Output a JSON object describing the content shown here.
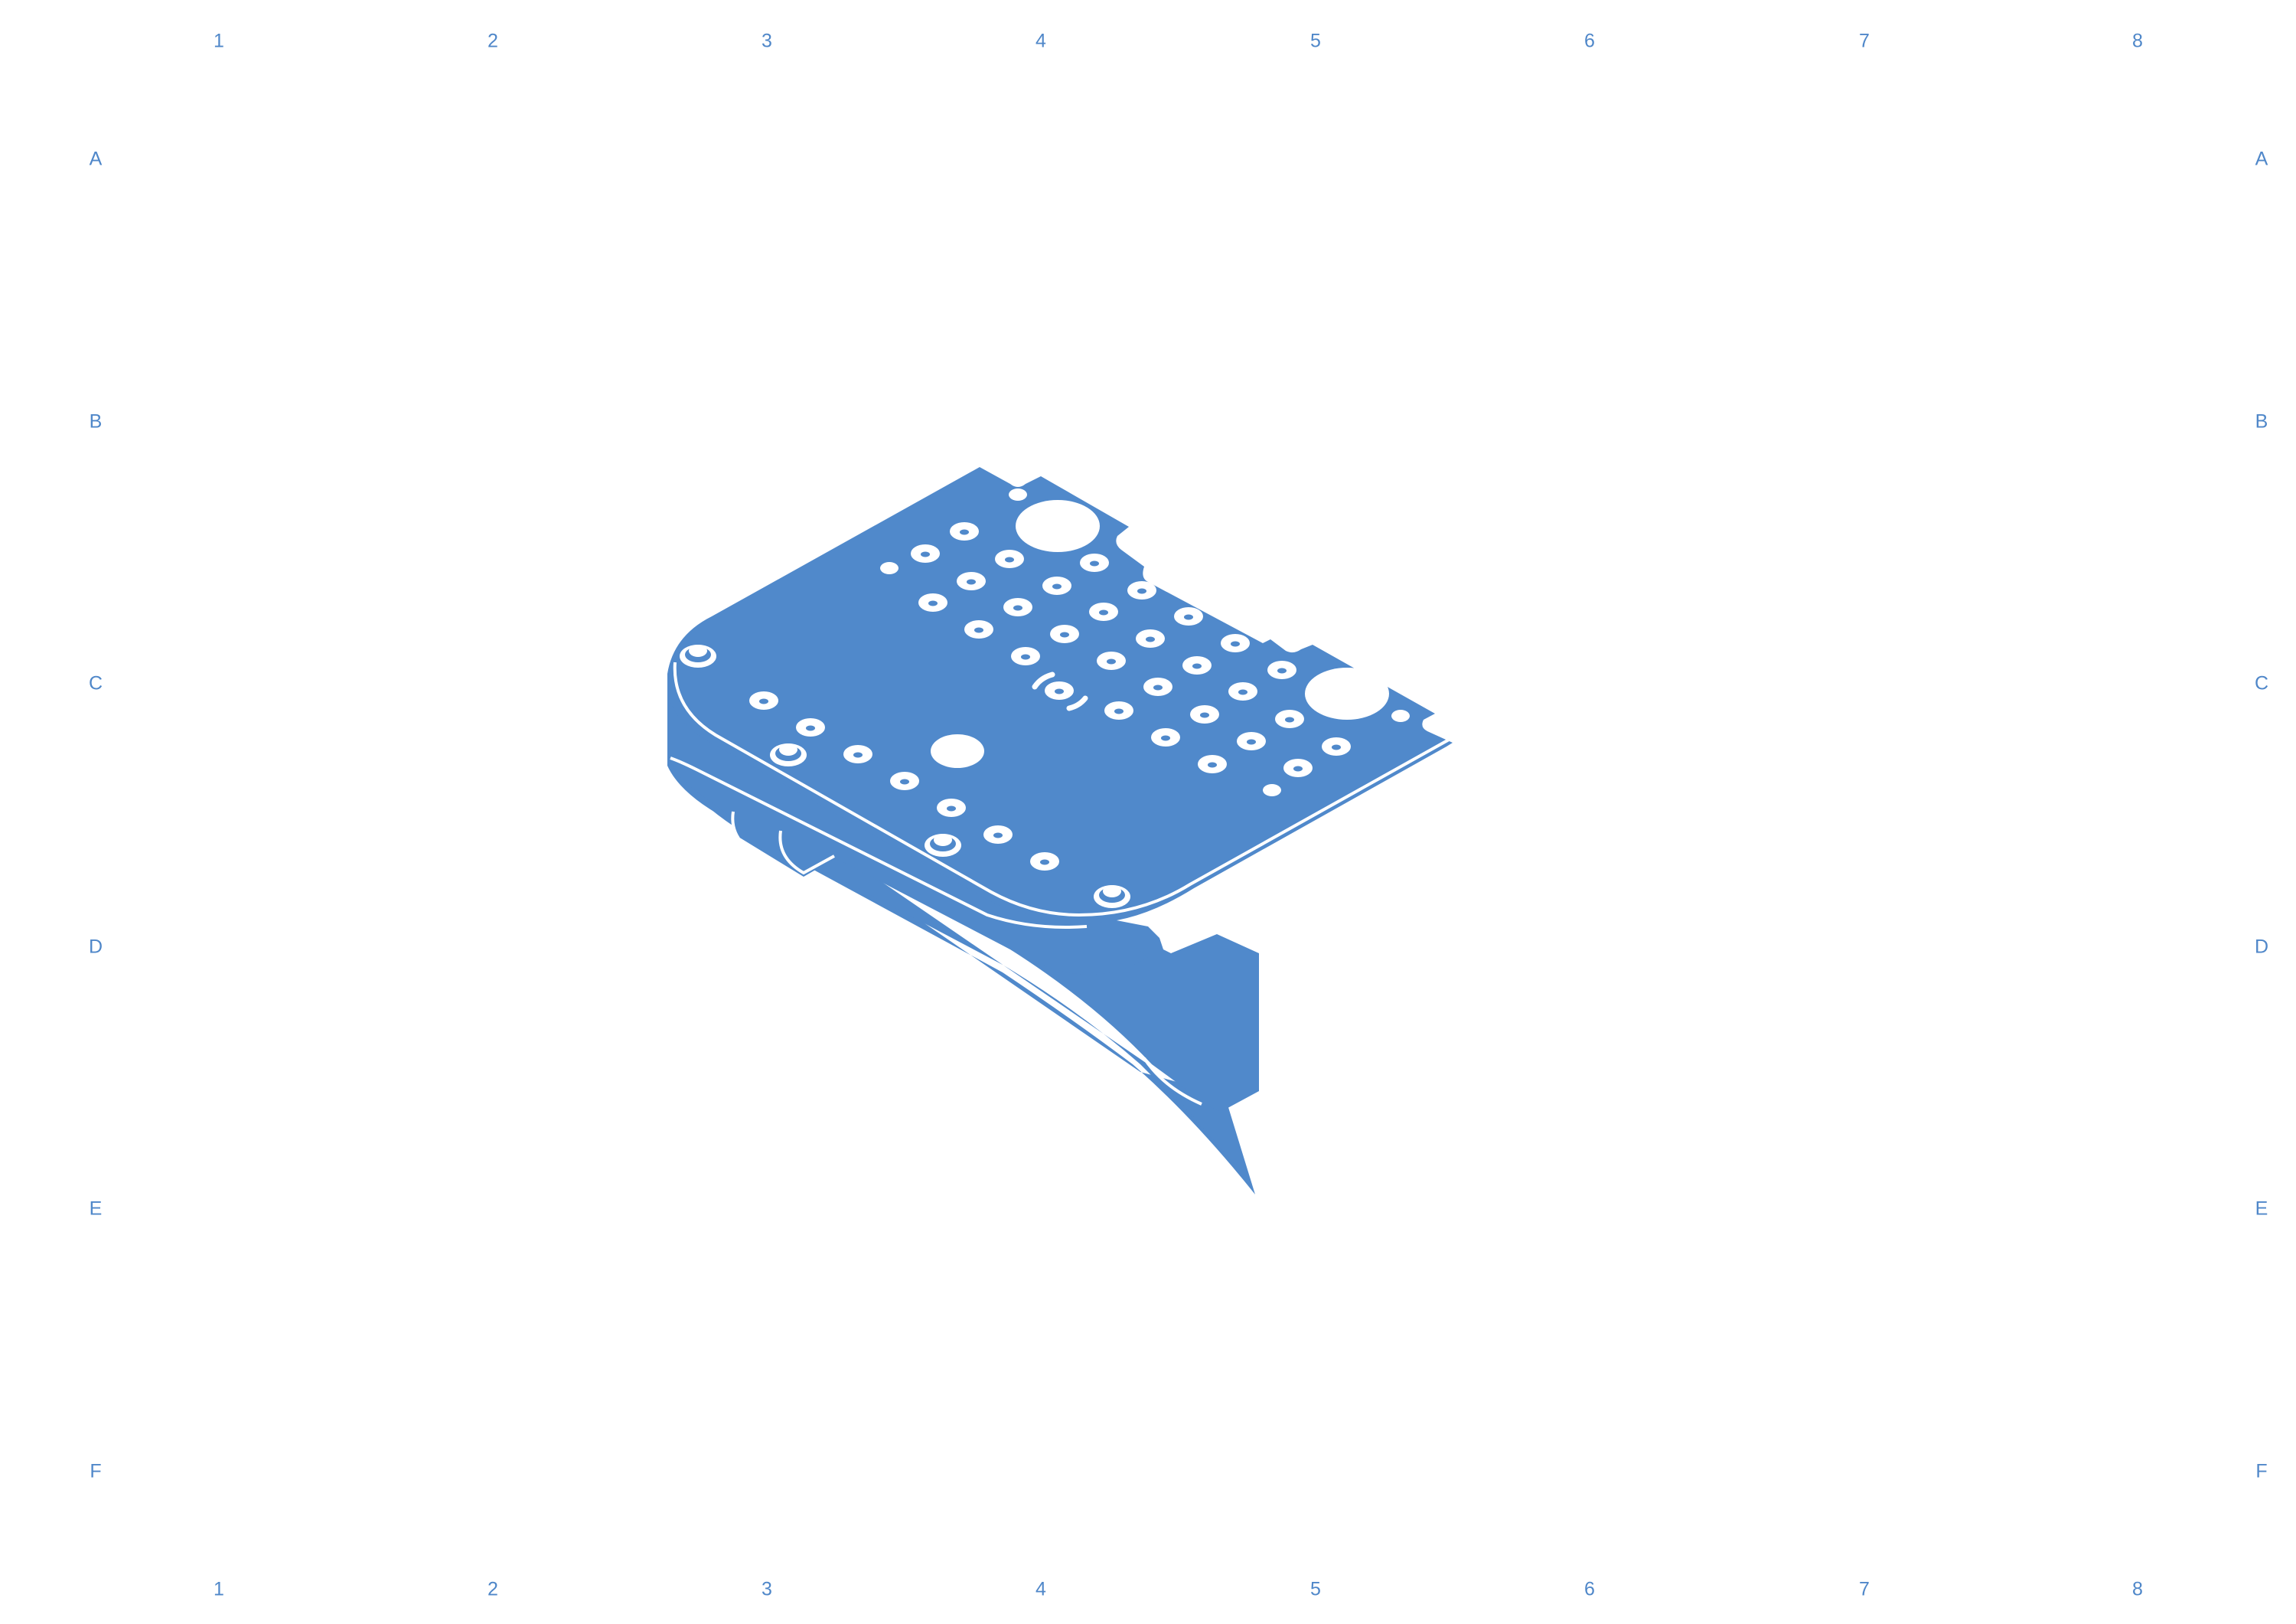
{
  "drawing": {
    "accent_color": "#5089cb",
    "part_color": "#5089cb",
    "background": "#ffffff",
    "view": "isometric part view",
    "grid": {
      "columns": [
        "1",
        "2",
        "3",
        "4",
        "5",
        "6",
        "7",
        "8"
      ],
      "rows": [
        "A",
        "B",
        "C",
        "D",
        "E",
        "F"
      ]
    }
  }
}
